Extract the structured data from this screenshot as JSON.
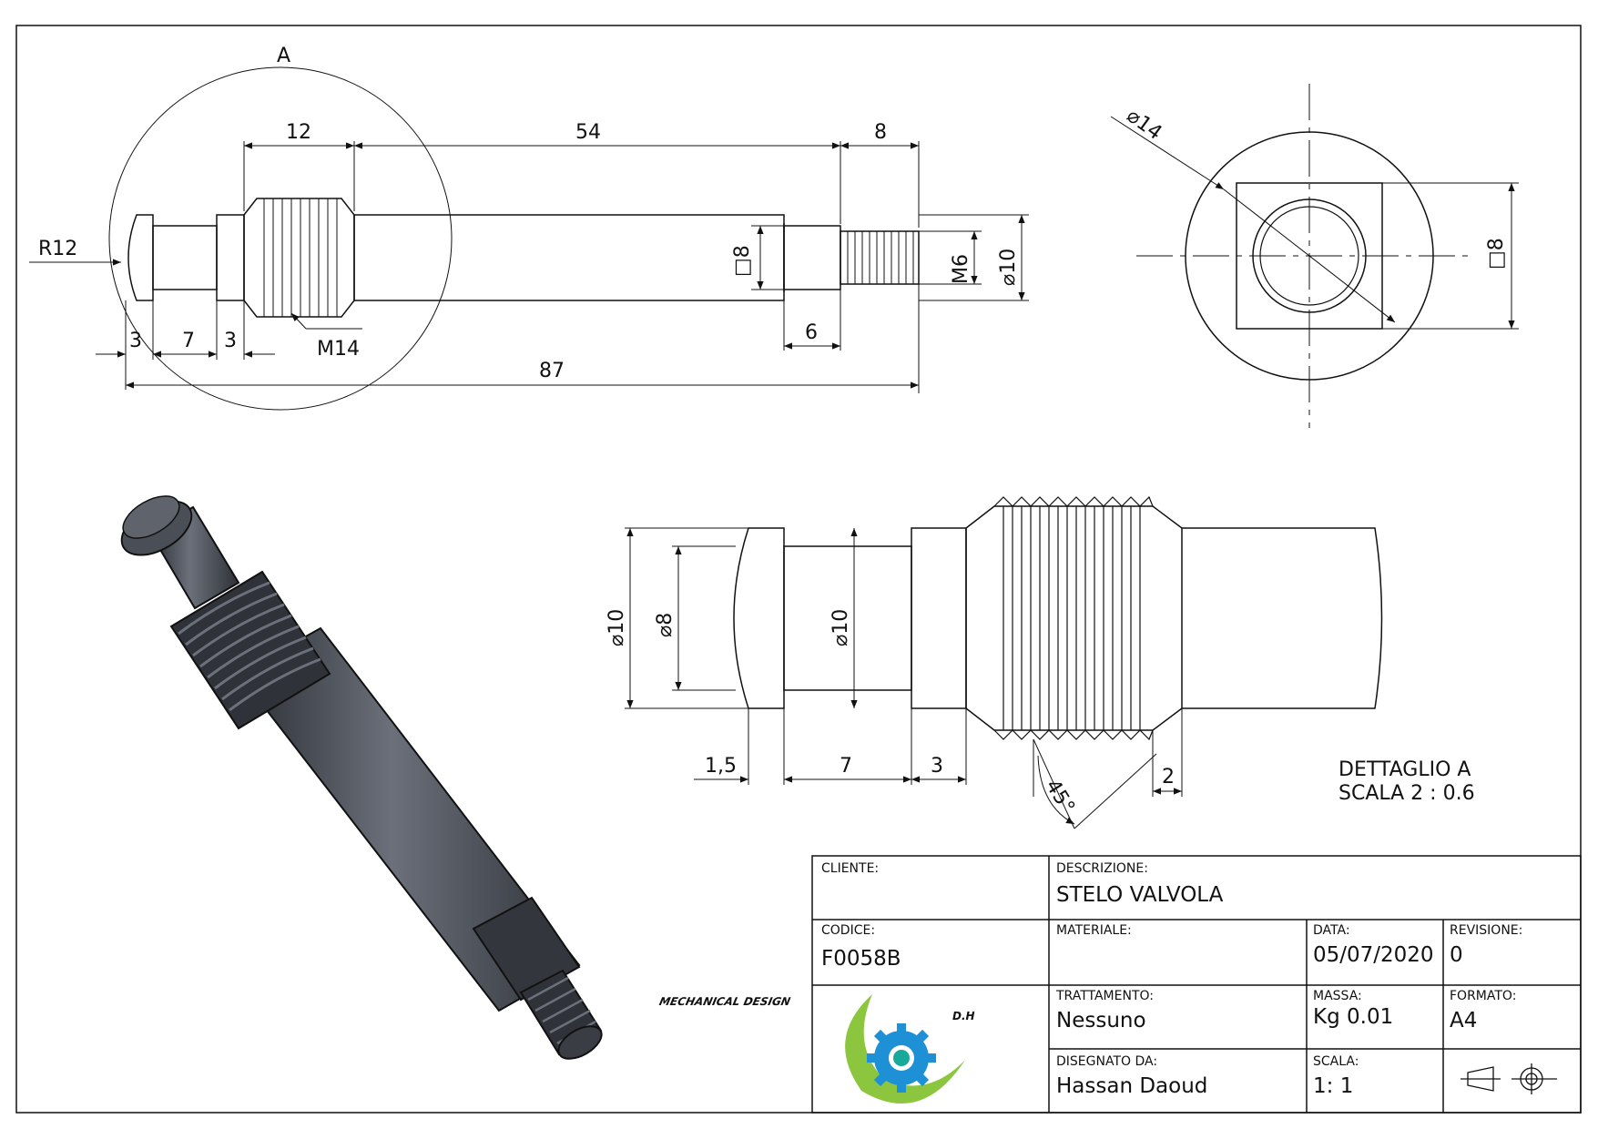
{
  "view_labels": {
    "section_mark": "A",
    "detail_title": "DETTAGLIO A",
    "detail_scale": "SCALA 2 : 0.6"
  },
  "dimensions": {
    "front": {
      "d_12": "12",
      "d_54": "54",
      "d_8": "8",
      "r12": "R12",
      "sq8": "□8",
      "m6": "M6",
      "dia10": "⌀10",
      "d_3a": "3",
      "d_7": "7",
      "d_3b": "3",
      "m14": "M14",
      "d_6": "6",
      "d_87": "87"
    },
    "side": {
      "dia14": "⌀14",
      "sq8": "□8"
    },
    "detail": {
      "dia10_a": "⌀10",
      "dia8": "⌀8",
      "dia10_b": "⌀10",
      "d_15": "1,5",
      "d_7": "7",
      "d_3": "3",
      "ang45": "45°",
      "d_2": "2"
    }
  },
  "title_block": {
    "cliente_label": "CLIENTE:",
    "cliente_value": "",
    "descrizione_label": "DESCRIZIONE:",
    "descrizione_value": "STELO VALVOLA",
    "codice_label": "CODICE:",
    "codice_value": "F0058B",
    "materiale_label": "MATERIALE:",
    "materiale_value": "",
    "data_label": "DATA:",
    "data_value": "05/07/2020",
    "revisione_label": "REVISIONE:",
    "revisione_value": "0",
    "trattamento_label": "TRATTAMENTO:",
    "trattamento_value": "Nessuno",
    "massa_label": "MASSA:",
    "massa_value": "Kg 0.01",
    "formato_label": "FORMATO:",
    "formato_value": "A4",
    "disegnato_label": "DISEGNATO DA:",
    "disegnato_value": "Hassan Daoud",
    "scala_label": "SCALA:",
    "scala_value": "1: 1",
    "logo_text_1": "MECHANICAL DESIGN",
    "logo_text_2": "D.H"
  },
  "colors": {
    "line": "#111111",
    "metal_dark": "#3a3d44",
    "metal_light": "#6b707a",
    "logo_green": "#8cc63f",
    "logo_blue": "#1e90d6",
    "logo_teal": "#18a99a"
  }
}
